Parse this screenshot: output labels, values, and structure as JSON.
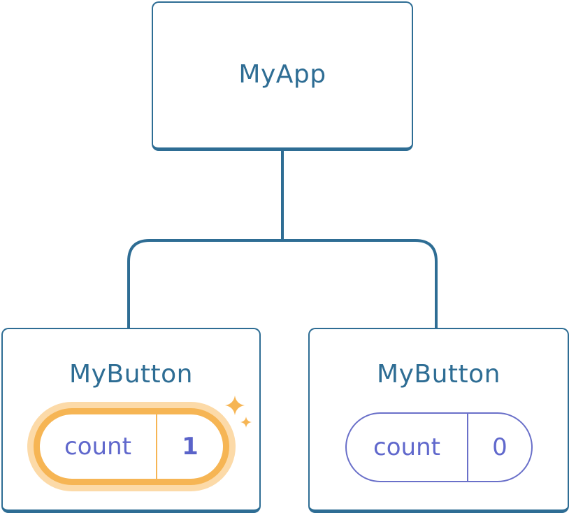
{
  "root": {
    "title": "MyApp"
  },
  "children": [
    {
      "title": "MyButton",
      "counter": {
        "label": "count",
        "value": "1"
      },
      "highlighted": true
    },
    {
      "title": "MyButton",
      "counter": {
        "label": "count",
        "value": "0"
      },
      "highlighted": false
    }
  ],
  "colors": {
    "component_border": "#2e6d94",
    "component_text": "#2e6d94",
    "counter_text": "#6068cc",
    "highlight": "#f6b554",
    "highlight_glow": "#fcdaa8"
  },
  "icons": [
    "sparkle-icon"
  ]
}
